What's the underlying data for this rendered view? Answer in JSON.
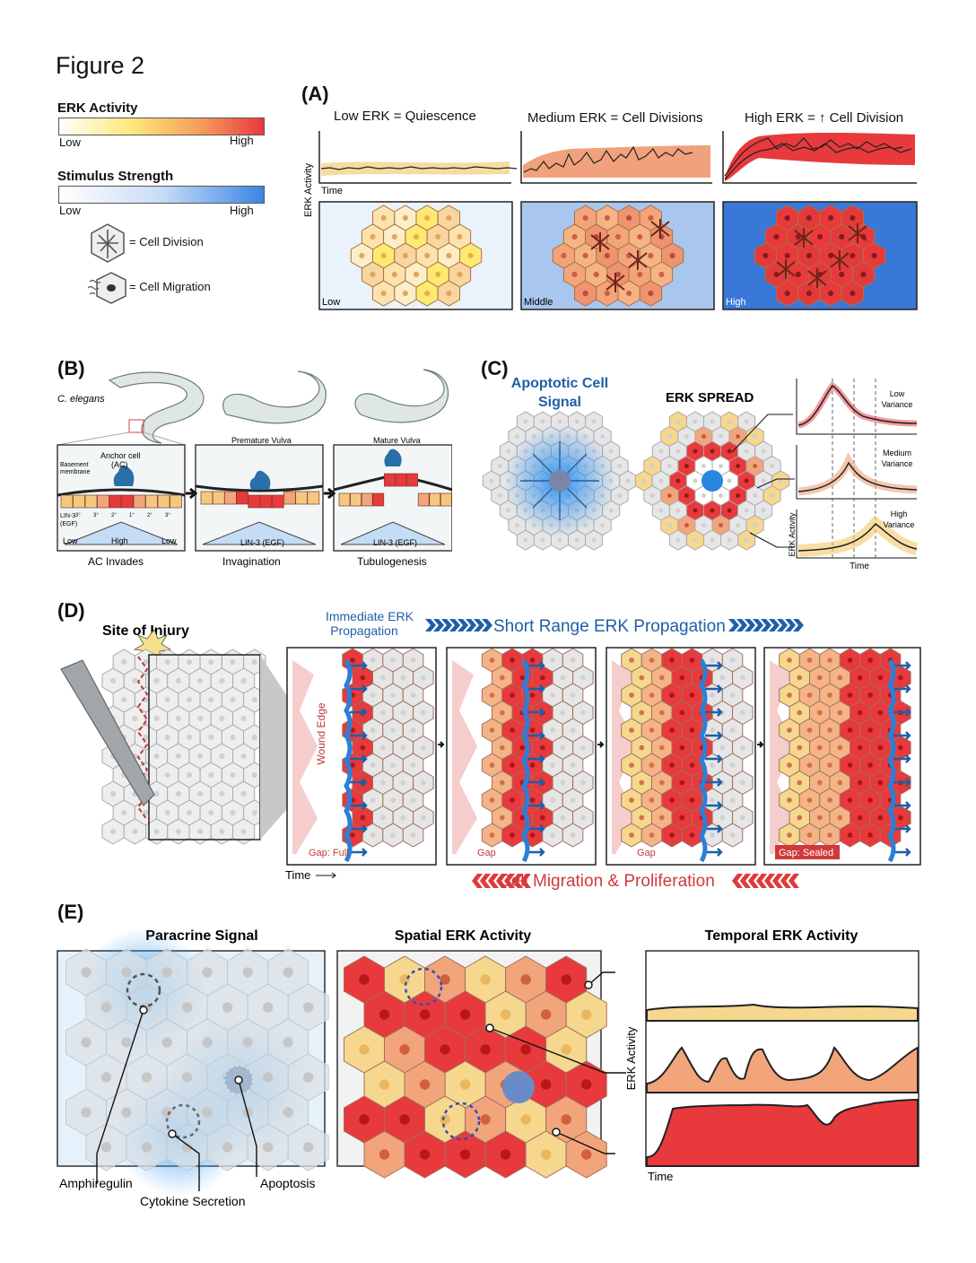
{
  "figure_title": "Figure 2",
  "legend": {
    "erk_title": "ERK Activity",
    "erk_low": "Low",
    "erk_high": "High",
    "stim_title": "Stimulus Strength",
    "stim_low": "Low",
    "stim_high": "High",
    "cell_division": "= Cell Division",
    "cell_migration": "= Cell Migration"
  },
  "panelA": {
    "label": "(A)",
    "headers": [
      "Low ERK  = Quiescence",
      "Medium ERK = Cell Divisions",
      "High ERK = ↑ Cell Division"
    ],
    "y_label": "ERK Activity",
    "x_label": "Time",
    "box_labels": [
      "Low",
      "Middle",
      "High"
    ]
  },
  "panelB": {
    "label": "(B)",
    "species": "C. elegans",
    "anchor_cell": "Anchor cell",
    "anchor_cell_abbr": "(AC)",
    "basement": "Basement",
    "basement2": "membrane",
    "lin3_a": "LIN-3",
    "lin3_b": "(EGF)",
    "grad_low_left": "Low",
    "grad_high": "High",
    "grad_low_right": "Low",
    "premature": "Premature Vulva",
    "mature": "Mature Vulva",
    "lin3_egf": "LIN-3 (EGF)",
    "cell_fates": [
      "3°",
      "3°",
      "2°",
      "1°",
      "2°",
      "3°"
    ],
    "captions": [
      "AC Invades",
      "Invagination",
      "Tubulogenesis"
    ]
  },
  "panelC": {
    "label": "(C)",
    "apoptotic_title_1": "Apoptotic Cell",
    "apoptotic_title_2": "Signal",
    "spread_title": "ERK SPREAD",
    "variance": [
      {
        "top": "Low",
        "bottom": "Variance"
      },
      {
        "top": "Medium",
        "bottom": "Variance"
      },
      {
        "top": "High",
        "bottom": "Variance"
      }
    ],
    "y_label": "ERK Activity",
    "x_label": "Time"
  },
  "panelD": {
    "label": "(D)",
    "site_of_injury": "Site of Injury",
    "immediate_1": "Immediate ERK",
    "immediate_2": "Propagation",
    "short_range": "Short Range ERK Propagation",
    "wound_edge": "Wound Edge",
    "gap_labels": [
      "Gap: Full",
      "Gap",
      "Gap",
      "Gap: Sealed"
    ],
    "time_label": "Time",
    "migration": "Cell Migration & Proliferation"
  },
  "panelE": {
    "label": "(E)",
    "titles": [
      "Paracrine Signal",
      "Spatial ERK Activity",
      "Temporal ERK Activity"
    ],
    "amphiregulin": "Amphiregulin",
    "cytokine": "Cytokine Secretion",
    "apoptosis": "Apoptosis",
    "y_label": "ERK Activity",
    "x_label": "Time"
  },
  "colors": {
    "erk_low": "#fdf6d8",
    "erk_mid": "#f5b486",
    "erk_high": "#e8393d",
    "stim": "#3a86e6",
    "blue_dark": "#1f5fa8",
    "red_text": "#d0393a"
  }
}
